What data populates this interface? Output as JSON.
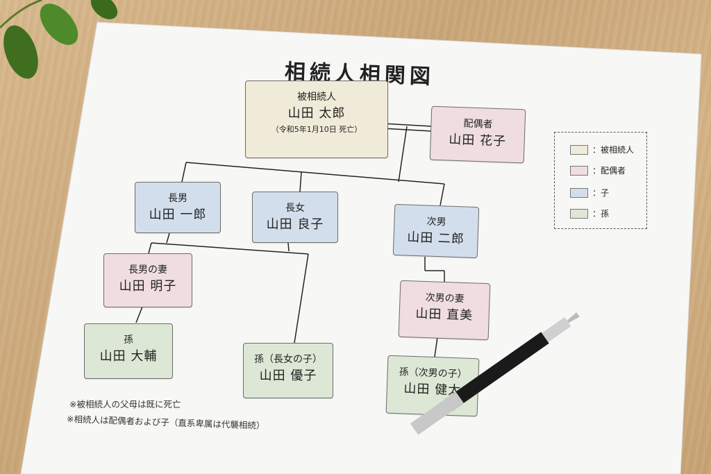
{
  "title": "相続人相関図",
  "deceased": {
    "role": "被相続人",
    "name": "山田 太郎",
    "note": "（令和5年1月10日 死亡）"
  },
  "spouse": {
    "role": "配偶者",
    "name": "山田 花子"
  },
  "children": [
    {
      "role": "長男",
      "name": "山田 一郎"
    },
    {
      "role": "長女",
      "name": "山田 良子"
    },
    {
      "role": "次男",
      "name": "山田 二郎"
    }
  ],
  "in_laws": [
    {
      "role": "長男の妻",
      "name": "山田 明子"
    },
    {
      "role": "次男の妻",
      "name": "山田 直美"
    }
  ],
  "grandchildren": [
    {
      "role": "孫",
      "name": "山田 大輔"
    },
    {
      "role": "孫（長女の子）",
      "name": "山田 優子"
    },
    {
      "role": "孫（次男の子）",
      "name": "山田 健太"
    }
  ],
  "legend": [
    {
      "label": "：被相続人",
      "color": "#f0ead8"
    },
    {
      "label": "：配偶者",
      "color": "#f0dde0"
    },
    {
      "label": "：子",
      "color": "#d3deed"
    },
    {
      "label": "：孫",
      "color": "#dce7d5"
    }
  ],
  "footnotes": [
    "※被相続人の父母は既に死亡",
    "※相続人は配偶者および子（直系卑属は代襲相続）"
  ]
}
